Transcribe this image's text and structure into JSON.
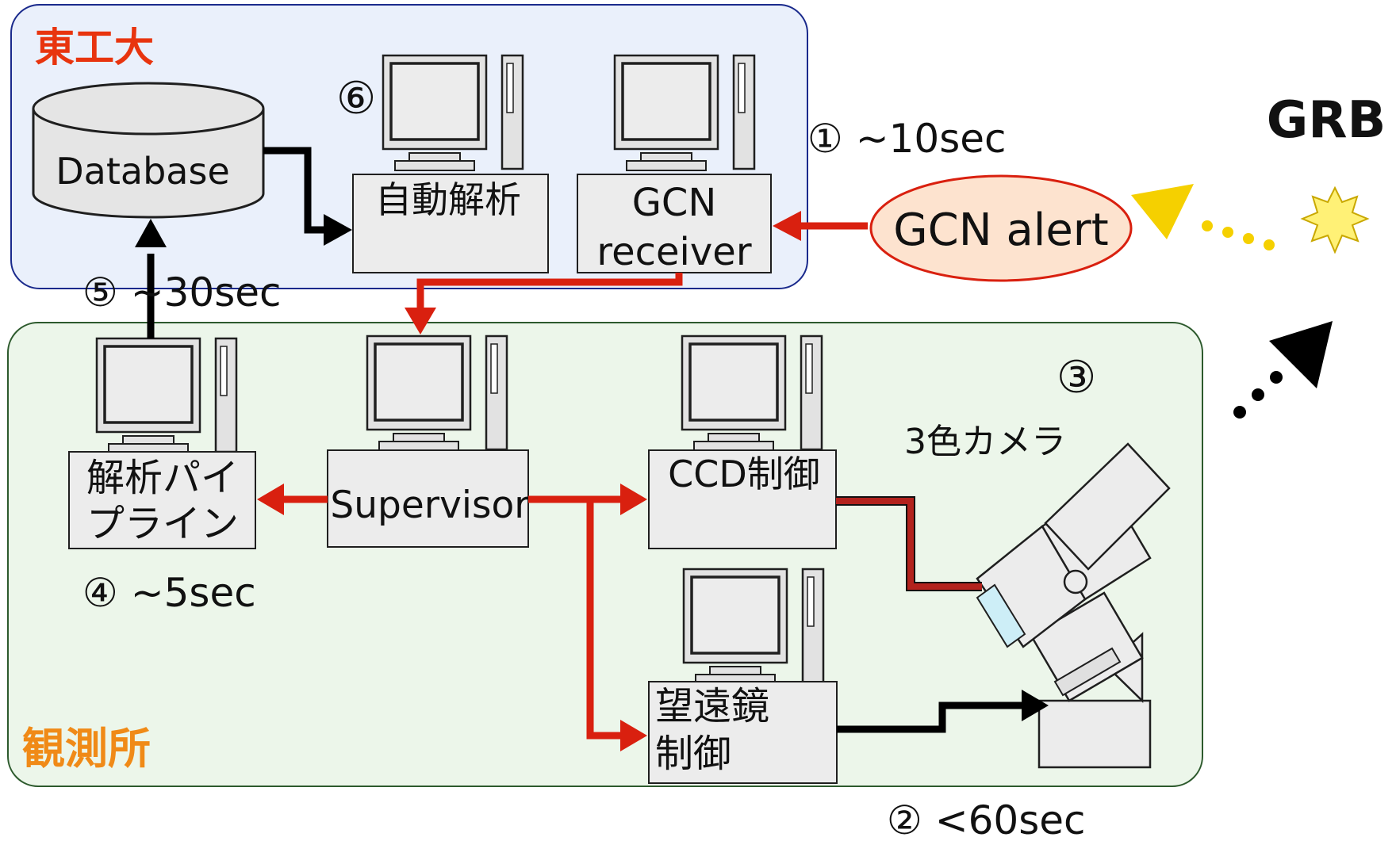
{
  "regions": {
    "titech": {
      "label": "東工大",
      "label_color": "#e8340e",
      "fill": "#eaf0fb",
      "stroke": "#1a2a8c"
    },
    "observatory": {
      "label": "観測所",
      "label_color": "#f08a17",
      "fill": "#ecf6ea",
      "stroke": "#2d5a2d"
    }
  },
  "nodes": {
    "database": "Database",
    "auto_analysis": "自動解析",
    "gcn_receiver_line1": "GCN",
    "gcn_receiver_line2": "receiver",
    "gcn_alert": "GCN alert",
    "grb": "GRB",
    "supervisor": "Supervisor",
    "pipeline_line1": "解析パイ",
    "pipeline_line2": "プライン",
    "ccd_control": "CCD制御",
    "telescope_line1": "望遠鏡",
    "telescope_line2": "制御",
    "camera": "3色カメラ"
  },
  "steps": {
    "s1": "① ~10sec",
    "s2": "② <60sec",
    "s3": "③",
    "s4": "④ ~5sec",
    "s5": "⑤ ~30sec",
    "s6": "⑥"
  },
  "colors": {
    "red_flow": "#d9200f",
    "black_flow": "#000000",
    "dark_red_cable": "#b3221d",
    "alert_fill": "#fde3cf",
    "alert_stroke": "#d9200f",
    "burst_yellow": "#fff176",
    "arrow_yellow": "#f5d000",
    "box_fill": "#ececec"
  }
}
